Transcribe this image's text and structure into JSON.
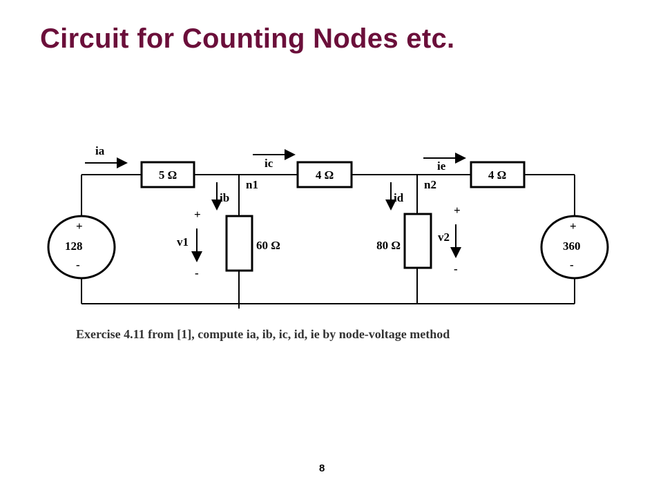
{
  "title": "Circuit for Counting Nodes etc.",
  "circuit": {
    "resistors": {
      "r1": "5 Ω",
      "r2": "60 Ω",
      "r3": "4 Ω",
      "r4": "80 Ω",
      "r5": "4 Ω"
    },
    "sources": {
      "left": {
        "value": "128",
        "plus": "+",
        "minus": "-"
      },
      "right": {
        "value": "360",
        "plus": "+",
        "minus": "-"
      }
    },
    "nodes": {
      "n1": "n1",
      "n2": "n2"
    },
    "currents": {
      "ia": "ia",
      "ib": "ib",
      "ic": "ic",
      "id": "id",
      "ie": "ie"
    },
    "voltages": {
      "v1": {
        "name": "v1",
        "plus": "+",
        "minus": "-"
      },
      "v2": {
        "name": "v2",
        "plus": "+",
        "minus": "-"
      }
    }
  },
  "caption": "Exercise 4.11 from [1], compute ia, ib, ic, id, ie by node-voltage method",
  "page_number": "8"
}
